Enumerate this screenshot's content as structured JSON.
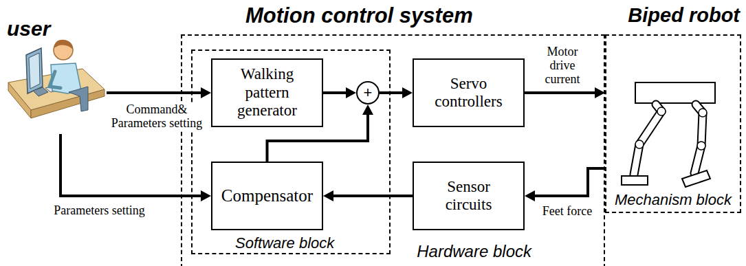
{
  "diagram": {
    "nodes": [
      {
        "text": [
          "user"
        ]
      },
      {
        "text": [
          "Motion control system",
          "Hardware block"
        ]
      },
      {
        "text": [
          "Software block"
        ],
        "in": 1
      },
      {
        "text": [
          "Walking pattern generator"
        ],
        "in": 2
      },
      {
        "text": [
          "+"
        ],
        "in": 2
      },
      {
        "text": [
          "Servo controllers"
        ],
        "in": 1
      },
      {
        "text": [
          "Compensator"
        ],
        "in": 2
      },
      {
        "text": [
          "Sensor circuits"
        ],
        "in": 1
      },
      {
        "text": [
          "Biped robot",
          "Mechanism block"
        ]
      }
    ],
    "edges": [
      {
        "from": 0,
        "to": 3,
        "label": "Command& Parameters setting",
        "arrow": "to"
      },
      {
        "from": 0,
        "to": 6,
        "label": "Parameters setting",
        "arrow": "to"
      },
      {
        "from": 3,
        "to": 4,
        "arrow": "to"
      },
      {
        "from": 6,
        "to": 4,
        "arrow": "to"
      },
      {
        "from": 4,
        "to": 5,
        "arrow": "to"
      },
      {
        "from": 5,
        "to": 8,
        "label": "Motor drive current",
        "arrow": "to"
      },
      {
        "from": 8,
        "to": 7,
        "label": "Feet force",
        "arrow": "to"
      },
      {
        "from": 7,
        "to": 6,
        "arrow": "to"
      }
    ]
  }
}
